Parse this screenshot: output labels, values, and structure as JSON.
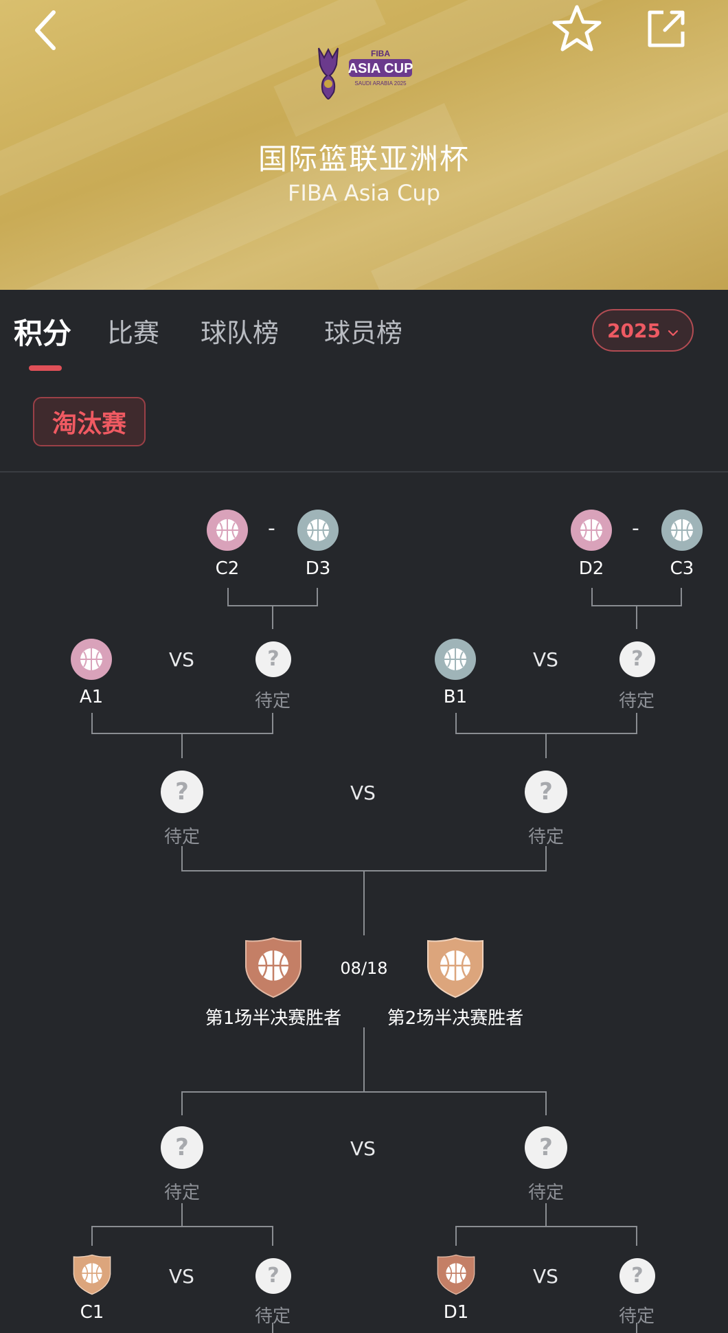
{
  "header": {
    "logo_text_top": "FIBA",
    "logo_text_main": "ASIA CUP",
    "logo_text_sub": "SAUDI ARABIA 2025",
    "title": "国际篮联亚洲杯",
    "subtitle": "FIBA Asia Cup"
  },
  "tabs": [
    {
      "label": "积分",
      "active": true
    },
    {
      "label": "比赛",
      "active": false
    },
    {
      "label": "球队榜",
      "active": false
    },
    {
      "label": "球员榜",
      "active": false
    }
  ],
  "year_select": {
    "value": "2025"
  },
  "stage_chip": {
    "label": "淘汰赛"
  },
  "colors": {
    "accent": "#e05058",
    "pink_ball": "#d9a2ba",
    "teal_ball": "#9fb4b8",
    "bronze": "#c47f66",
    "gold_bronze": "#dca57c"
  },
  "bracket": {
    "playoff_left": {
      "home": "C2",
      "away": "D3",
      "sep": "-"
    },
    "playoff_right": {
      "home": "D2",
      "away": "C3",
      "sep": "-"
    },
    "qf1": {
      "home": "A1",
      "away": "待定",
      "sep": "VS"
    },
    "qf2": {
      "home": "B1",
      "away": "待定",
      "sep": "VS"
    },
    "sf1": {
      "home": "待定",
      "away": "待定",
      "sep": "VS"
    },
    "final": {
      "date": "08/18",
      "home": "第1场半决赛胜者",
      "away": "第2场半决赛胜者"
    },
    "sf2": {
      "home": "待定",
      "away": "待定",
      "sep": "VS"
    },
    "qf3": {
      "home": "C1",
      "away": "待定",
      "sep": "VS"
    },
    "qf4": {
      "home": "D1",
      "away": "待定",
      "sep": "VS"
    },
    "tbd_glyph": "?"
  }
}
